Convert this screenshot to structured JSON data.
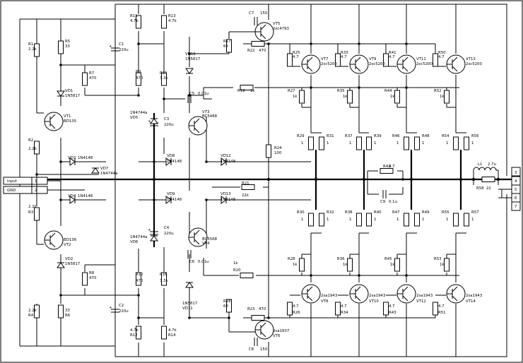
{
  "io": {
    "input": {
      "label": "Input",
      "pin": "1"
    },
    "gnd": {
      "label": "GND",
      "pin": "2"
    },
    "out_pins": [
      "3",
      "4",
      "5",
      "6",
      "7"
    ]
  },
  "res": {
    "R1": {
      "name": "R1",
      "val": "2.2k"
    },
    "R2": {
      "name": "R2",
      "val": "2.2k"
    },
    "R3": {
      "name": "R3",
      "val": "2.2k"
    },
    "R4": {
      "name": "R4",
      "val": "2.2k"
    },
    "R5": {
      "name": "R5",
      "val": "33"
    },
    "R6": {
      "name": "R6",
      "val": "33"
    },
    "R7": {
      "name": "R7",
      "val": "470"
    },
    "R8": {
      "name": "R8",
      "val": "470"
    },
    "R9": {
      "name": "R9",
      "val": "470"
    },
    "R10": {
      "name": "R10",
      "val": "470"
    },
    "R11": {
      "name": "R11",
      "val": "4.7k"
    },
    "R12": {
      "name": "R12",
      "val": "4.7k"
    },
    "R13": {
      "name": "R13",
      "val": "4.7k"
    },
    "R14": {
      "name": "R14",
      "val": "4.7k"
    },
    "R15": {
      "name": "R15",
      "val": "3.3k"
    },
    "R16": {
      "name": "R16",
      "val": "3.3k"
    },
    "R17": {
      "name": "R17",
      "val": "68"
    },
    "R18": {
      "name": "R18",
      "val": "68"
    },
    "R19": {
      "name": "R19",
      "val": "1k"
    },
    "R20": {
      "name": "R20",
      "val": "1k"
    },
    "R21": {
      "name": "R21",
      "val": "22k"
    },
    "R22": {
      "name": "R22",
      "val": "470"
    },
    "R23": {
      "name": "R23",
      "val": "470"
    },
    "R24": {
      "name": "R24",
      "val": "100"
    },
    "R25": {
      "name": "R25",
      "val": "4.7"
    },
    "R26": {
      "name": "R26",
      "val": "4.7"
    },
    "R27": {
      "name": "R27",
      "val": "1k"
    },
    "R28": {
      "name": "R28",
      "val": "1k"
    },
    "R29": {
      "name": "R29",
      "val": "1"
    },
    "R30": {
      "name": "R30",
      "val": "1"
    },
    "R31": {
      "name": "R31",
      "val": "1"
    },
    "R32": {
      "name": "R32",
      "val": "1"
    },
    "R33": {
      "name": "R33",
      "val": "4.7"
    },
    "R34": {
      "name": "R34",
      "val": "4.7"
    },
    "R35": {
      "name": "R35",
      "val": "1k"
    },
    "R36": {
      "name": "R36",
      "val": "1k"
    },
    "R37": {
      "name": "R37",
      "val": "1"
    },
    "R38": {
      "name": "R38",
      "val": "1"
    },
    "R39": {
      "name": "R39",
      "val": "1"
    },
    "R40": {
      "name": "R40",
      "val": "1"
    },
    "R41": {
      "name": "R41",
      "val": "4.7"
    },
    "R42": {
      "name": "R42",
      "val": "4.7"
    },
    "R43": {
      "name": "R43",
      "val": "4.7"
    },
    "R44": {
      "name": "R44",
      "val": "1k"
    },
    "R45": {
      "name": "R45",
      "val": "1k"
    },
    "R46": {
      "name": "R46",
      "val": "1"
    },
    "R47": {
      "name": "R47",
      "val": "1"
    },
    "R48": {
      "name": "R48",
      "val": "1"
    },
    "R49": {
      "name": "R49",
      "val": "1"
    },
    "R50": {
      "name": "R50",
      "val": "4.7"
    },
    "R51": {
      "name": "R51",
      "val": "4.7"
    },
    "R52": {
      "name": "R52",
      "val": "1k"
    },
    "R53": {
      "name": "R53",
      "val": "1k"
    },
    "R54": {
      "name": "R54",
      "val": "1"
    },
    "R55": {
      "name": "R55",
      "val": "1"
    },
    "R56": {
      "name": "R56",
      "val": "1"
    },
    "R57": {
      "name": "R57",
      "val": "1"
    },
    "R58": {
      "name": "R58",
      "val": "22"
    }
  },
  "cap": {
    "C1": {
      "name": "C1",
      "val": "220u"
    },
    "C2": {
      "name": "C2",
      "val": "220u"
    },
    "C3": {
      "name": "C3",
      "val": "220u"
    },
    "C4": {
      "name": "C4",
      "val": "220u"
    },
    "C5": {
      "name": "C5",
      "val": "0.01u"
    },
    "C6": {
      "name": "C6",
      "val": "0.01u"
    },
    "C7": {
      "name": "C7",
      "val": "150"
    },
    "C8": {
      "name": "C8",
      "val": "150"
    },
    "C9": {
      "name": "C9",
      "val": "0.1u"
    }
  },
  "ind": {
    "L1": {
      "name": "L1",
      "val": "2.7u"
    }
  },
  "diodes": {
    "VD1": {
      "name": "VD1",
      "val": "1N5817"
    },
    "VD2": {
      "name": "VD2",
      "val": "1N5817"
    },
    "VD3": {
      "name": "VD3",
      "val": "1N4148"
    },
    "VD4": {
      "name": "VD4",
      "val": "1N4148"
    },
    "VD5": {
      "name": "VD5",
      "val": "1N4744a"
    },
    "VD6": {
      "name": "VD6",
      "val": "1N4744a"
    },
    "VD7": {
      "name": "VD7",
      "val": "1N4744a"
    },
    "VD8": {
      "name": "VD8",
      "val": "1N4148"
    },
    "VD9": {
      "name": "VD9",
      "val": "1N4148"
    },
    "VD10": {
      "name": "VD10",
      "val": "1N5817"
    },
    "VD11": {
      "name": "VD11",
      "val": "1N5817"
    },
    "VD12": {
      "name": "VD12",
      "val": "1N4148"
    },
    "VD13": {
      "name": "VD13",
      "val": "1N4148"
    }
  },
  "trans": {
    "VT1": {
      "name": "VT1",
      "val": "BD135"
    },
    "VT2": {
      "name": "VT2",
      "val": "BD136"
    },
    "VT3": {
      "name": "VT3",
      "val": "BC5468"
    },
    "VT4": {
      "name": "VT4",
      "val": "BC5568"
    },
    "VT5": {
      "name": "VT5",
      "val": "2sc4793"
    },
    "VT6": {
      "name": "VT6",
      "val": "2sa1837"
    },
    "VT7": {
      "name": "VT7",
      "val": "2sc5200"
    },
    "VT8": {
      "name": "VT8",
      "val": "2sa1943"
    },
    "VT9": {
      "name": "VT9",
      "val": "2sc5200"
    },
    "VT10": {
      "name": "VT10",
      "val": "2sa1943"
    },
    "VT11": {
      "name": "VT11",
      "val": "2sc5200"
    },
    "VT12": {
      "name": "VT12",
      "val": "2sa1943"
    },
    "VT13": {
      "name": "VT13",
      "val": "2sc5200"
    },
    "VT14": {
      "name": "VT14",
      "val": "2sa1943"
    }
  }
}
